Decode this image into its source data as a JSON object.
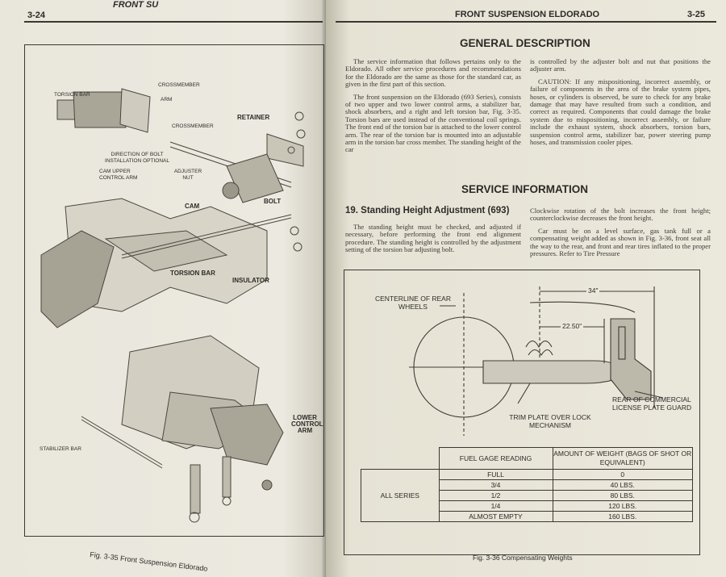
{
  "left_page": {
    "page_number": "3-24",
    "running_head": "FRONT SU",
    "figure_caption": "Fig. 3-35  Front Suspension Eldorado",
    "labels": {
      "torsion_bar_top": "TORSION BAR",
      "crossmember_top": "CROSSMEMBER",
      "arm_top": "ARM",
      "crossmember_mid": "CROSSMEMBER",
      "retainer": "RETAINER",
      "direction_of_bolt": "DIRECTION OF BOLT INSTALLATION OPTIONAL",
      "cam_upper_control_arm": "CAM UPPER CONTROL ARM",
      "adjuster_nut": "ADJUSTER NUT",
      "bolt": "BOLT",
      "cam": "CAM",
      "torsion_bar_bottom": "TORSION BAR",
      "insulator": "INSULATOR",
      "lower_control_arm": "LOWER CONTROL ARM",
      "stabilizer_bar": "STABILIZER BAR"
    }
  },
  "right_page": {
    "running_title": "FRONT SUSPENSION ELDORADO",
    "page_number": "3-25",
    "general_description": {
      "heading": "GENERAL DESCRIPTION",
      "col_left": [
        "The service information that follows pertains only to the Eldorado. All other service procedures and recommendations for the Eldorado are the same as those for the standard car, as given in the first part of this section.",
        "The front suspension on the Eldorado (693 Series), consists of two upper and two lower control arms, a stabilizer bar, shock absorbers, and a right and left torsion bar, Fig. 3-35. Torsion bars are used instead of the conventional coil springs. The front end of the torsion bar is attached to the lower control arm. The rear of the torsion bar is mounted into an adjustable arm in the torsion bar cross member. The standing height of the car"
      ],
      "col_right": [
        "is controlled by the adjuster bolt and nut that positions the adjuster arm.",
        "CAUTION: If any mispositioning, incorrect assembly, or failure of components in the area of the brake system pipes, hoses, or cylinders is observed, be sure to check for any brake damage that may have resulted from such a condition, and correct as required. Components that could damage the brake system due to mispositioning, incorrect assembly, or failure include the exhaust system, shock absorbers, torsion bars, suspension control arms, stabilizer bar, power steering pump hoses, and transmission cooler pipes."
      ]
    },
    "service_information": {
      "heading": "SERVICE INFORMATION",
      "subheading": "19. Standing Height Adjustment (693)",
      "col_left": [
        "The standing height must be checked, and adjusted if necessary, before performing the front end alignment procedure. The standing height is controlled by the adjustment setting of the torsion bar adjusting bolt."
      ],
      "col_right": [
        "Clockwise rotation of the bolt increases the front height; counterclockwise decreases the front height.",
        "Car must be on a level surface, gas tank full or a compensating weight added as shown in Fig. 3-36, front seat all the way to the rear, and front and rear tires inflated to the proper pressures. Refer to Tire Pressure"
      ]
    },
    "figure": {
      "label_centerline": "CENTERLINE OF REAR WHEELS",
      "dim_34": "34\"",
      "dim_22": "22.50\"",
      "label_trim_plate": "TRIM PLATE OVER LOCK MECHANISM",
      "label_rear_guard": "REAR OF COMMERCIAL LICENSE PLATE GUARD",
      "caption": "Fig. 3-36  Compensating Weights"
    },
    "table": {
      "header_reading": "FUEL GAGE READING",
      "header_amount": "AMOUNT OF WEIGHT (BAGS OF SHOT OR EQUIVALENT)",
      "series_label": "ALL SERIES",
      "rows": [
        {
          "reading": "FULL",
          "amount": "0"
        },
        {
          "reading": "3/4",
          "amount": "40 LBS."
        },
        {
          "reading": "1/2",
          "amount": "80 LBS."
        },
        {
          "reading": "1/4",
          "amount": "120 LBS."
        },
        {
          "reading": "ALMOST EMPTY",
          "amount": "160 LBS."
        }
      ]
    }
  }
}
